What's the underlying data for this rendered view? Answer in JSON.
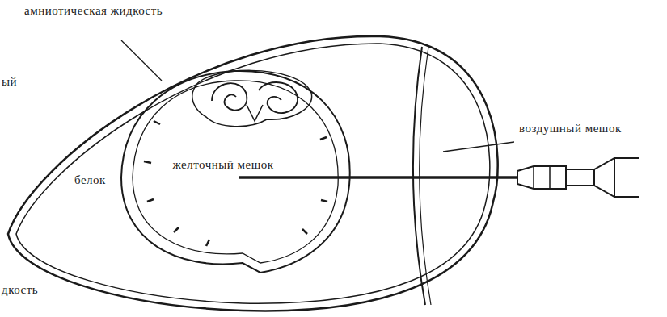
{
  "diagram": {
    "labels": [
      "амниотическая жидкость",
      "ый",
      "воздушный мешок",
      "желточный мешок",
      "белок",
      "дкость"
    ]
  }
}
